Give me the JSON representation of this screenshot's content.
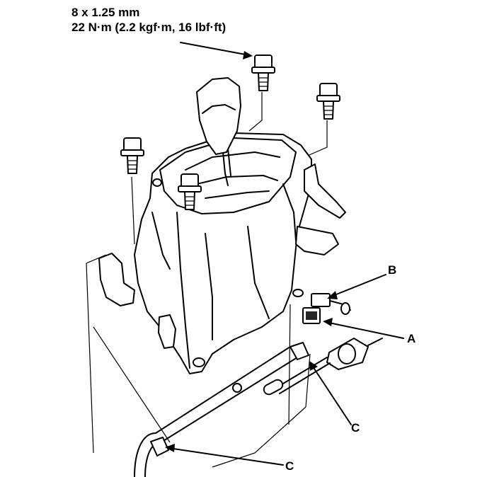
{
  "spec": {
    "bolt_size": "8 x 1.25 mm",
    "torque": "22 N·m (2.2 kgf·m, 16 lbf·ft)"
  },
  "callouts": {
    "a": "A",
    "b": "B",
    "c_upper": "C",
    "c_lower": "C"
  }
}
